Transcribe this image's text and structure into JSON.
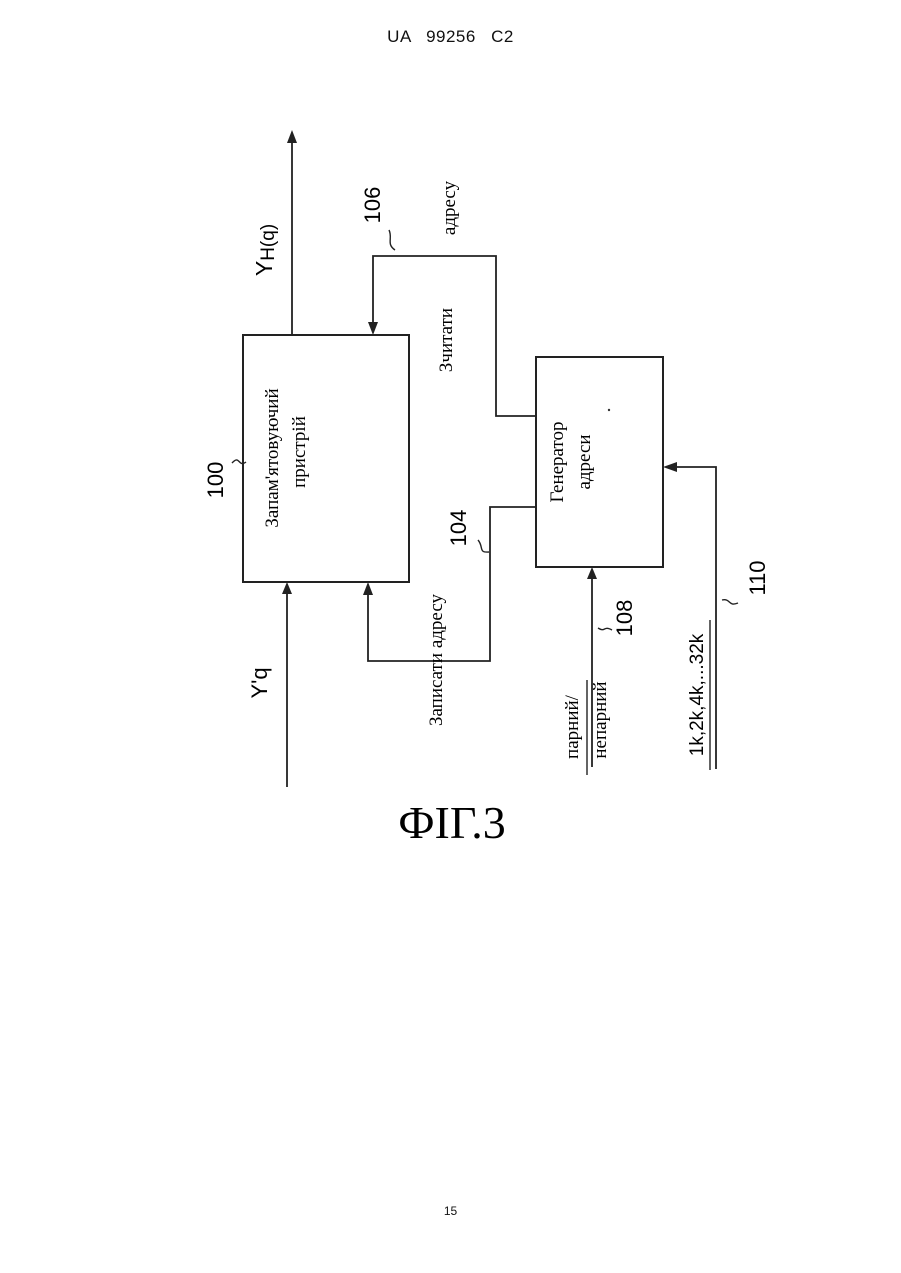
{
  "header": {
    "patent_id": "UA   99256   C2"
  },
  "figure": {
    "caption": "ФІГ.3",
    "blocks": {
      "memory": {
        "ref": "100",
        "line1": "Запам'ятовуючий",
        "line2": "пристрій"
      },
      "address_generator": {
        "line1": "Генератор",
        "line2": "адреси"
      }
    },
    "signals": {
      "input": "Y'q",
      "output_main": "Y",
      "output_sub": "H(q)",
      "write_address": {
        "label": "Записати адресу",
        "ref": "104"
      },
      "read_address": {
        "line1": "Зчитати",
        "line2": "адресу",
        "ref": "106"
      },
      "parity": {
        "line1": "парний/",
        "line2": "непарний",
        "ref": "108"
      },
      "mode": {
        "label": "1k,2k,4k,...32k",
        "ref": "110"
      }
    }
  },
  "footer": {
    "page_number": "15"
  }
}
